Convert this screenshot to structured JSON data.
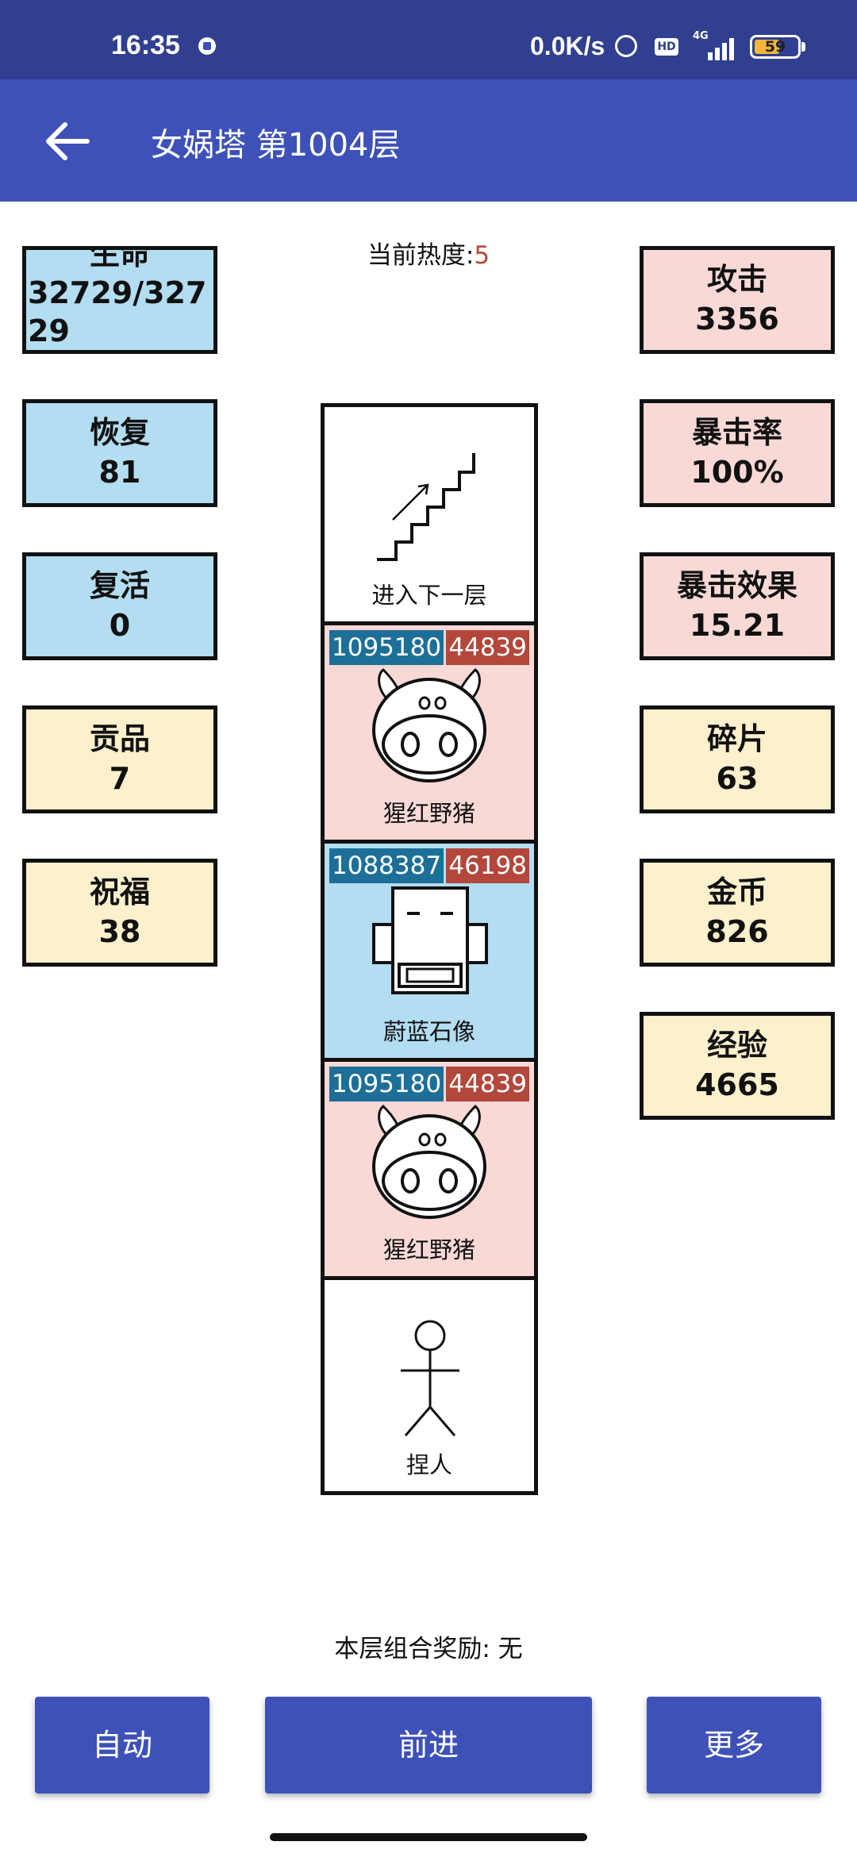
{
  "status": {
    "time": "16:35",
    "net_speed": "0.0K/s",
    "hd_label": "HD",
    "network_label": "4G",
    "battery_level": "59",
    "battery_fraction": 0.59
  },
  "appbar": {
    "title": "女娲塔 第1004层"
  },
  "heat": {
    "label": "当前热度:",
    "value": "5"
  },
  "left_stats": [
    {
      "label": "生命",
      "value": "32729/32729"
    },
    {
      "label": "恢复",
      "value": "81"
    },
    {
      "label": "复活",
      "value": "0"
    },
    {
      "label": "贡品",
      "value": "7"
    },
    {
      "label": "祝福",
      "value": "38"
    }
  ],
  "right_stats": [
    {
      "label": "攻击",
      "value": "3356"
    },
    {
      "label": "暴击率",
      "value": "100%"
    },
    {
      "label": "暴击效果",
      "value": "15.21"
    },
    {
      "label": "碎片",
      "value": "63"
    },
    {
      "label": "金币",
      "value": "826"
    },
    {
      "label": "经验",
      "value": "4665"
    }
  ],
  "tower": {
    "cells": [
      {
        "name": "进入下一层",
        "icon": "stairs-icon"
      },
      {
        "name": "猩红野猪",
        "icon": "boar-icon",
        "hp": "1095180",
        "atk": "44839"
      },
      {
        "name": "蔚蓝石像",
        "icon": "statue-icon",
        "hp": "1088387",
        "atk": "46198"
      },
      {
        "name": "猩红野猪",
        "icon": "boar-icon",
        "hp": "1095180",
        "atk": "44839"
      },
      {
        "name": "捏人",
        "icon": "stick-figure-icon"
      }
    ]
  },
  "reward": {
    "text": "本层组合奖励: 无"
  },
  "buttons": {
    "auto": "自动",
    "forward": "前进",
    "more": "更多"
  },
  "colors": {
    "status_bar": "#303f8f",
    "app_bar": "#3d51b8",
    "blue_cell": "#b3ddf1",
    "pink_cell": "#f9d9d6",
    "yellow_cell": "#fdf0cc",
    "hp_tag": "#1e6f98",
    "atk_tag": "#b3473b"
  }
}
